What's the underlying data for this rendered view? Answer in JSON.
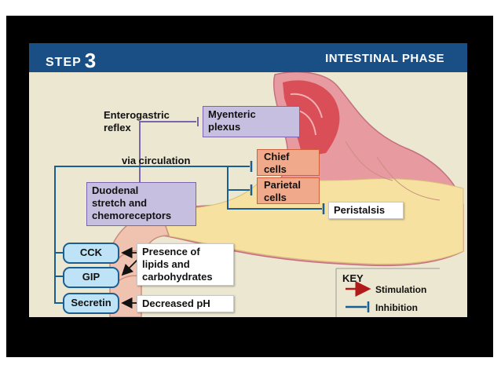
{
  "header": {
    "step_label": "STEP",
    "step_number": "3",
    "phase": "INTESTINAL PHASE"
  },
  "labels": {
    "enterogastric_reflex": "Enterogastric\nreflex",
    "via_circulation": "via  circulation"
  },
  "boxes": {
    "myenteric_plexus": "Myenteric\nplexus",
    "chief_cells": "Chief\ncells",
    "parietal_cells": "Parietal\ncells",
    "peristalsis": "Peristalsis",
    "duodenal": "Duodenal\nstretch and\nchemoreceptors",
    "presence_lipids": "Presence of\nlipids and\ncarbohydrates",
    "decreased_ph": "Decreased pH"
  },
  "hormones": {
    "cck": "CCK",
    "gip": "GIP",
    "secretin": "Secretin"
  },
  "key": {
    "title": "KEY",
    "stimulation": "Stimulation",
    "inhibition": "Inhibition"
  },
  "colors": {
    "stimulation": "#b11a1a",
    "inhibition": "#1a5f93",
    "header": "#1a4f86",
    "purple_line": "#7a64b0"
  }
}
